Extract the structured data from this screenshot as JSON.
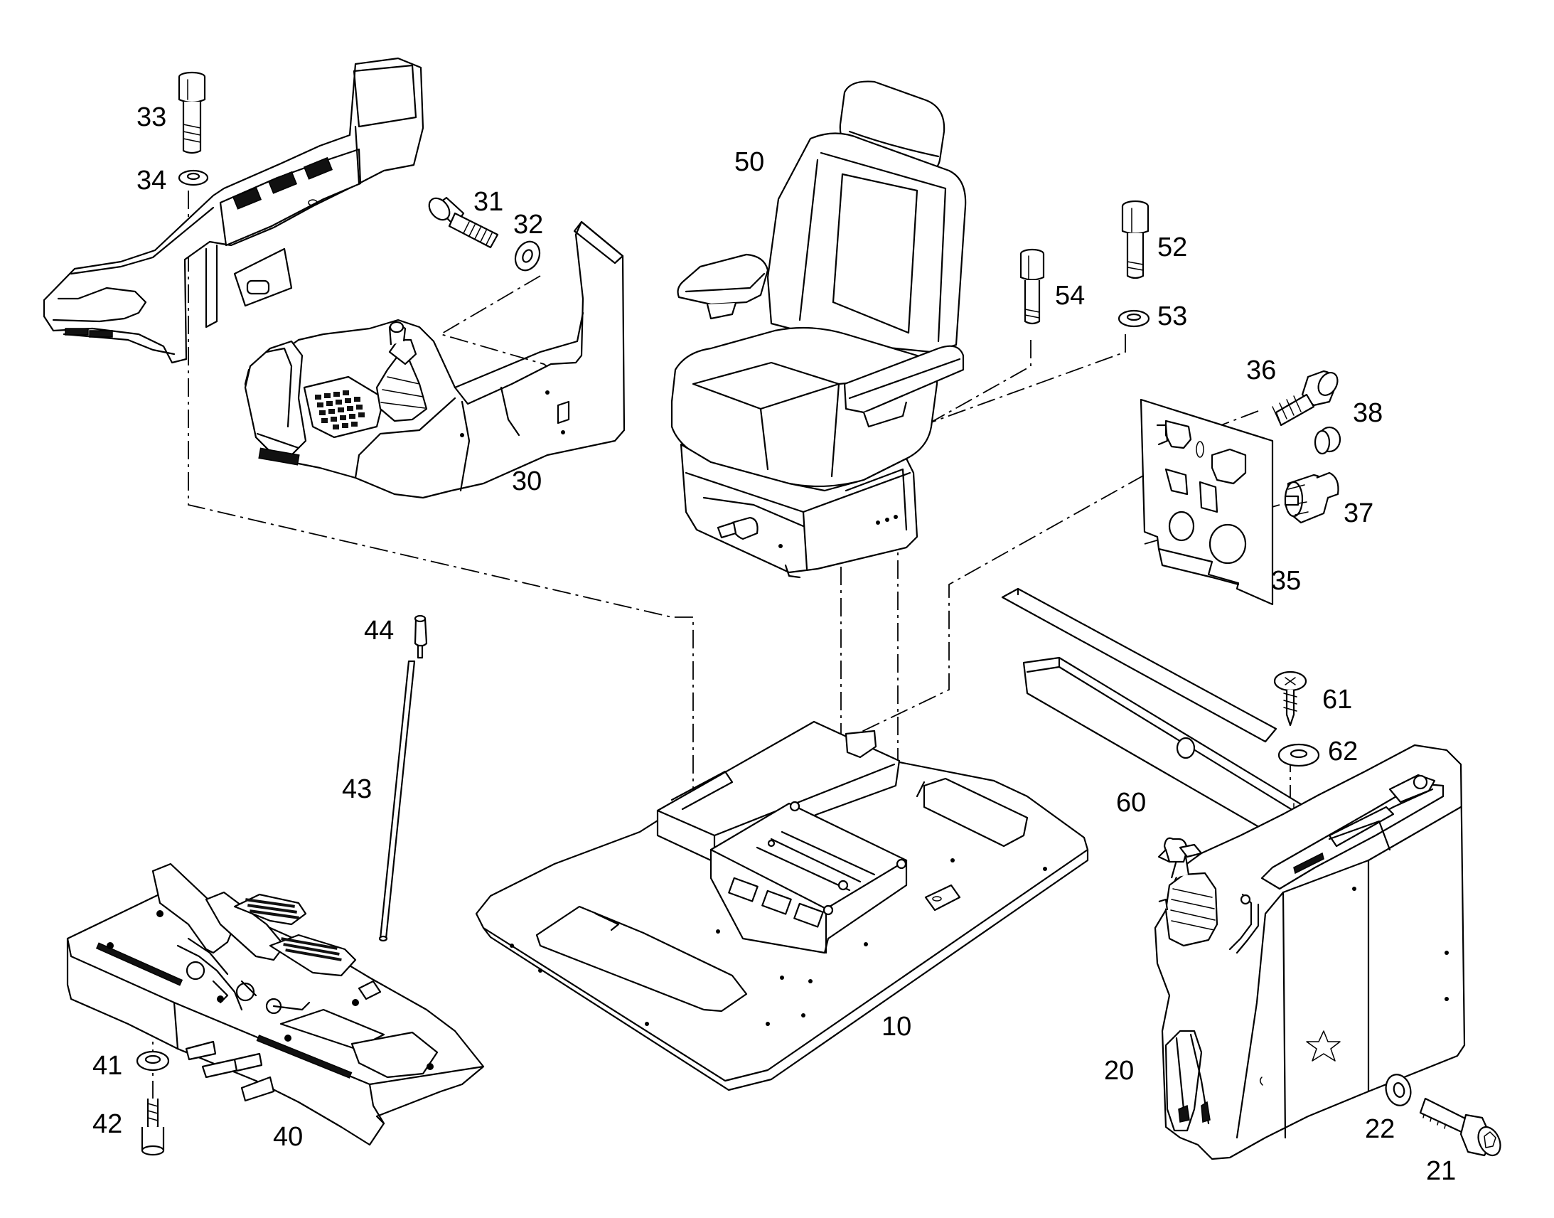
{
  "diagram": {
    "type": "exploded-parts-view",
    "callouts": [
      {
        "id": "10",
        "part": "floor-plate"
      },
      {
        "id": "20",
        "part": "right-control-console"
      },
      {
        "id": "21",
        "part": "cap-screw"
      },
      {
        "id": "22",
        "part": "washer"
      },
      {
        "id": "30",
        "part": "left-control-console"
      },
      {
        "id": "31",
        "part": "cap-screw"
      },
      {
        "id": "32",
        "part": "washer"
      },
      {
        "id": "33",
        "part": "cap-screw"
      },
      {
        "id": "34",
        "part": "washer"
      },
      {
        "id": "35",
        "part": "mounting-plate"
      },
      {
        "id": "36",
        "part": "cap-screw"
      },
      {
        "id": "37",
        "part": "connector"
      },
      {
        "id": "38",
        "part": "plug"
      },
      {
        "id": "40",
        "part": "pedal-assembly"
      },
      {
        "id": "41",
        "part": "washer"
      },
      {
        "id": "42",
        "part": "cap-screw"
      },
      {
        "id": "43",
        "part": "rod"
      },
      {
        "id": "44",
        "part": "knob"
      },
      {
        "id": "50",
        "part": "operator-seat"
      },
      {
        "id": "52",
        "part": "cap-screw"
      },
      {
        "id": "53",
        "part": "washer"
      },
      {
        "id": "54",
        "part": "cap-screw"
      },
      {
        "id": "60",
        "part": "channel-cover"
      },
      {
        "id": "61",
        "part": "tapping-screw"
      },
      {
        "id": "62",
        "part": "washer"
      }
    ]
  }
}
